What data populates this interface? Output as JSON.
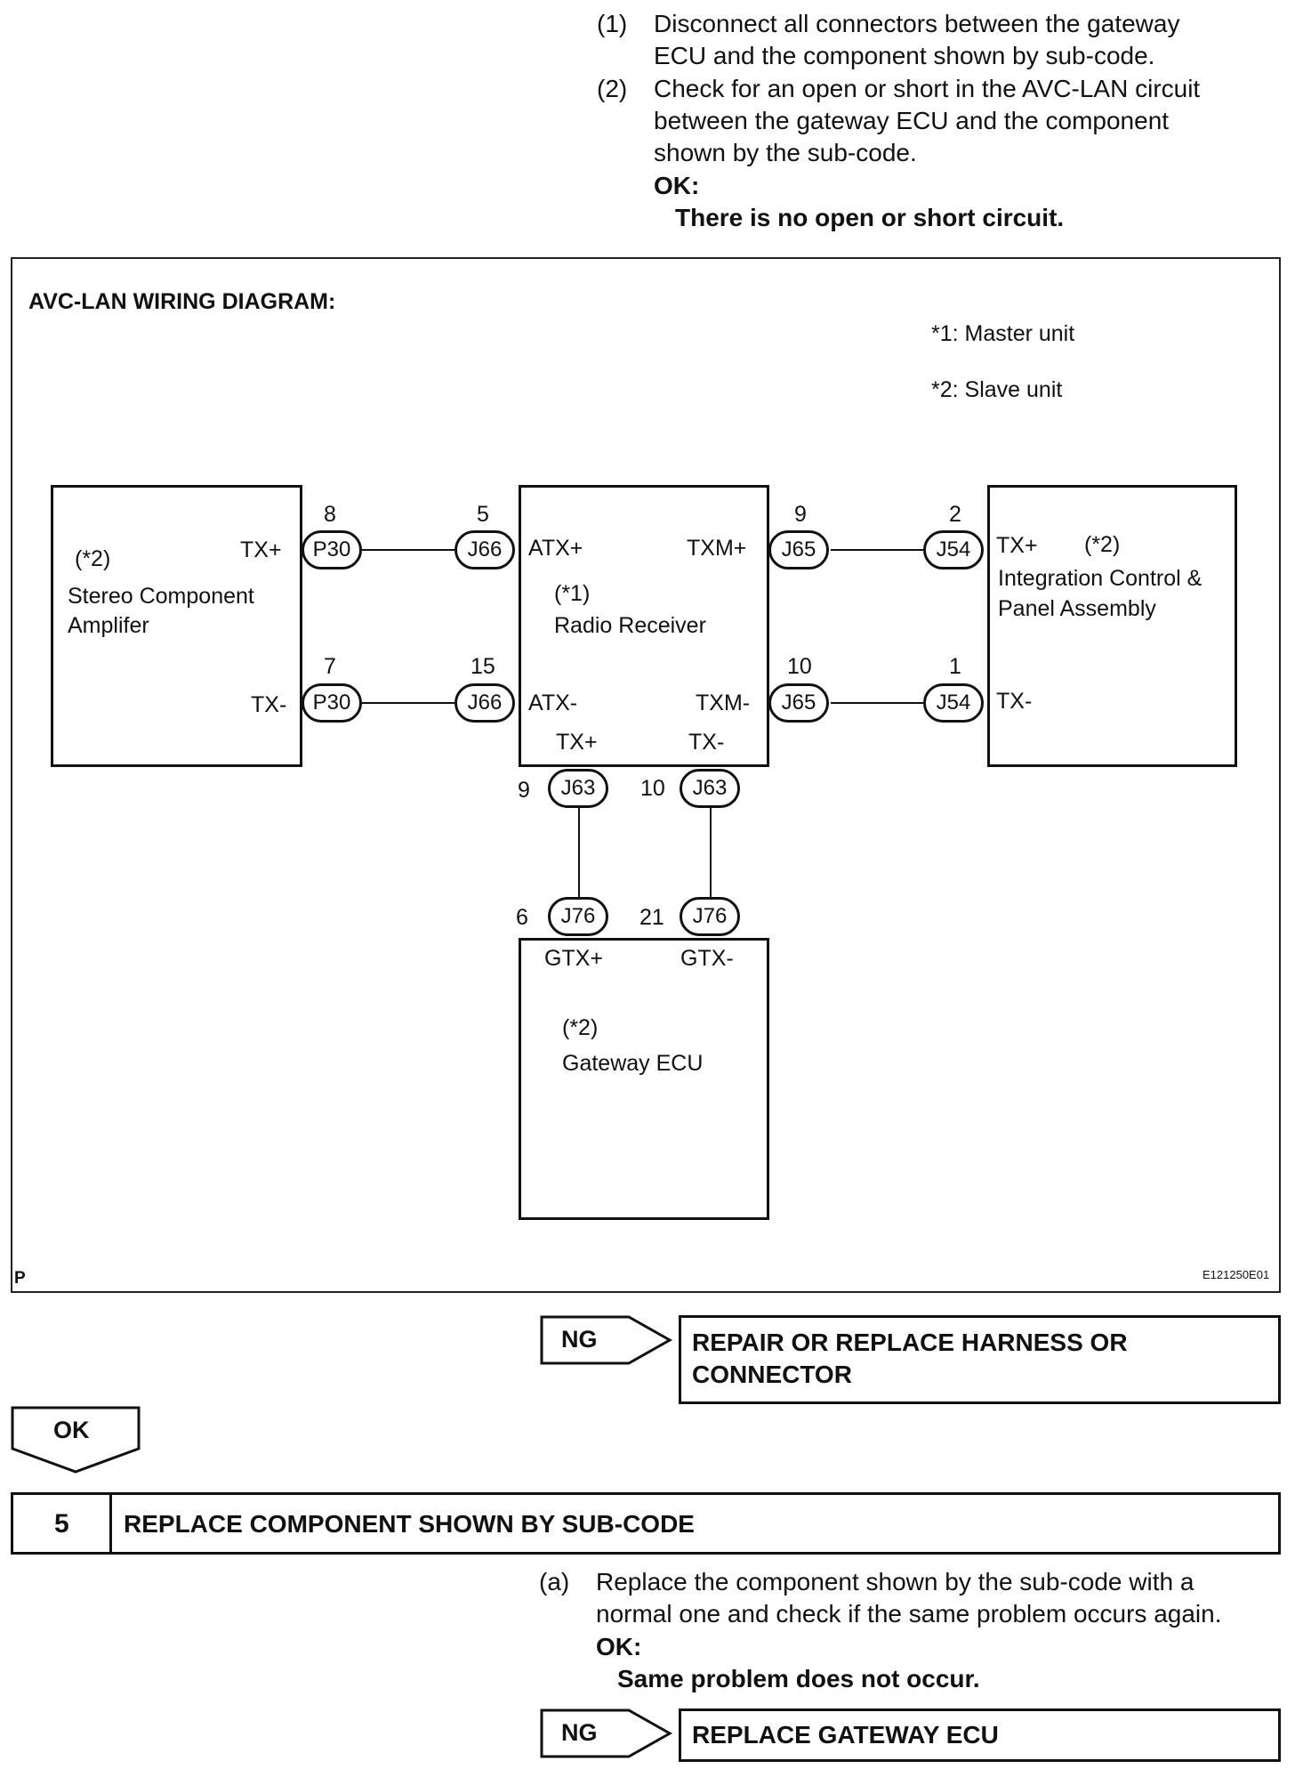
{
  "step4": {
    "item1_num": "(1)",
    "item1_lines": [
      "Disconnect all connectors between the gateway",
      "ECU and the component shown by sub-code."
    ],
    "item2_num": "(2)",
    "item2_lines": [
      "Check for an open or short in the AVC-LAN circuit",
      "between the gateway ECU and the component",
      "shown by the sub-code."
    ],
    "ok_label": "OK:",
    "ok_text": "There is no open or short circuit."
  },
  "diagram": {
    "title": "AVC-LAN WIRING DIAGRAM:",
    "note1": "*1: Master unit",
    "note2": "*2: Slave unit",
    "corner_left": "P",
    "corner_right": "E121250E01",
    "amplifier": {
      "tag": "(*2)",
      "line1": "Stereo Component",
      "line2": "Amplifer",
      "pin_top": "TX+",
      "pin_bottom": "TX-"
    },
    "radio": {
      "tag": "(*1)",
      "name": "Radio Receiver",
      "atx_plus": "ATX+",
      "atx_minus": "ATX-",
      "txm_plus": "TXM+",
      "txm_minus": "TXM-",
      "tx_plus": "TX+",
      "tx_minus": "TX-"
    },
    "integration": {
      "tag": "(*2)",
      "line1": "Integration Control &",
      "line2": "Panel Assembly",
      "pin_top": "TX+",
      "pin_bottom": "TX-"
    },
    "gateway": {
      "tag": "(*2)",
      "name": "Gateway ECU",
      "gtx_plus": "GTX+",
      "gtx_minus": "GTX-"
    },
    "connectors": {
      "p30_top": {
        "id": "P30",
        "pin": "8"
      },
      "p30_bottom": {
        "id": "P30",
        "pin": "7"
      },
      "j66_top": {
        "id": "J66",
        "pin": "5"
      },
      "j66_bottom": {
        "id": "J66",
        "pin": "15"
      },
      "j65_top": {
        "id": "J65",
        "pin": "9"
      },
      "j65_bottom": {
        "id": "J65",
        "pin": "10"
      },
      "j54_top": {
        "id": "J54",
        "pin": "2"
      },
      "j54_bottom": {
        "id": "J54",
        "pin": "1"
      },
      "j63_left": {
        "id": "J63",
        "pin": "9"
      },
      "j63_right": {
        "id": "J63",
        "pin": "10"
      },
      "j76_left": {
        "id": "J76",
        "pin": "6"
      },
      "j76_right": {
        "id": "J76",
        "pin": "21"
      }
    }
  },
  "result1": {
    "ng_label": "NG",
    "ng_action_line1": "REPAIR OR REPLACE HARNESS OR",
    "ng_action_line2": "CONNECTOR",
    "ok_label": "OK"
  },
  "step5": {
    "number": "5",
    "title": "REPLACE COMPONENT SHOWN BY SUB-CODE",
    "item_a_num": "(a)",
    "item_a_lines": [
      "Replace the component shown by the sub-code with a",
      "normal one and check if the same problem occurs again."
    ],
    "ok_label": "OK:",
    "ok_text": "Same problem does not occur.",
    "ng_label": "NG",
    "ng_action": "REPLACE GATEWAY ECU"
  }
}
